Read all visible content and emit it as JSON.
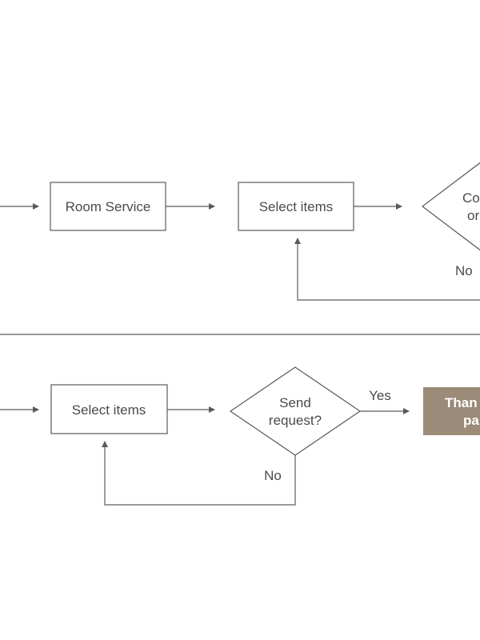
{
  "colors": {
    "stroke": "#5a5a5a",
    "text": "#4a4a4a",
    "terminal_fill": "#9b8b78",
    "terminal_text": "#ffffff"
  },
  "flow_top": {
    "room_service": "Room Service",
    "select_items": "Select items",
    "decision_line1": "Co",
    "decision_line2": "or",
    "no_label": "No"
  },
  "flow_bottom": {
    "select_items": "Select items",
    "decision_line1": "Send",
    "decision_line2": "request?",
    "yes_label": "Yes",
    "no_label": "No",
    "terminal_line1": "Than",
    "terminal_line2": "pa"
  }
}
